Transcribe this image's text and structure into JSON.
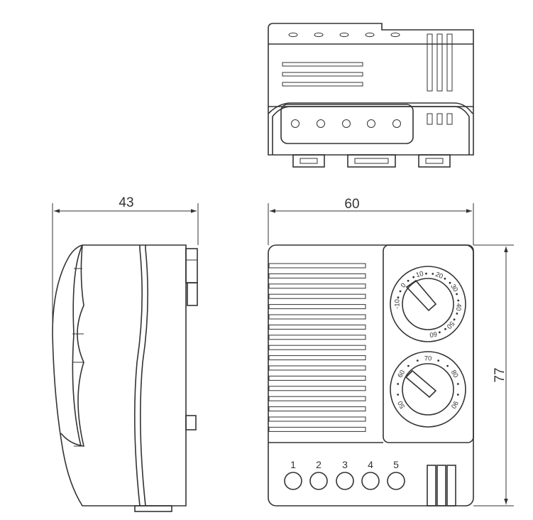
{
  "dimensions": {
    "side_depth": "43",
    "front_width": "60",
    "front_height": "77"
  },
  "terminals": [
    "1",
    "2",
    "3",
    "4",
    "5"
  ],
  "dial_upper": {
    "labels": [
      "-10",
      "0",
      "10",
      "20",
      "30",
      "40",
      "50",
      "60"
    ]
  },
  "dial_lower": {
    "labels": [
      "50",
      "60",
      "70",
      "80",
      "90"
    ]
  }
}
